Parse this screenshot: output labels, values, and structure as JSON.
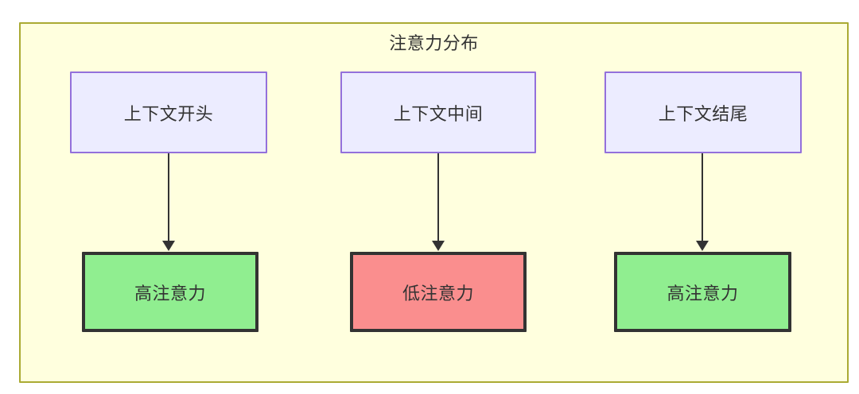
{
  "diagram": {
    "title": "注意力分布",
    "background_color": "#ffffff",
    "cluster": {
      "fill": "#ffffde",
      "stroke": "#aaaa33"
    },
    "top_nodes": [
      {
        "label": "上下文开头",
        "fill": "#ececff",
        "stroke": "#9370db"
      },
      {
        "label": "上下文中间",
        "fill": "#ececff",
        "stroke": "#9370db"
      },
      {
        "label": "上下文结尾",
        "fill": "#ececff",
        "stroke": "#9370db"
      }
    ],
    "bottom_nodes": [
      {
        "label": "高注意力",
        "fill": "#90ee90",
        "stroke": "#333333"
      },
      {
        "label": "低注意力",
        "fill": "#fa8e8e",
        "stroke": "#333333"
      },
      {
        "label": "高注意力",
        "fill": "#90ee90",
        "stroke": "#333333"
      }
    ],
    "edges": [
      {
        "from": "上下文开头",
        "to": "高注意力",
        "arrow": "arrow-down-icon"
      },
      {
        "from": "上下文中间",
        "to": "低注意力",
        "arrow": "arrow-down-icon"
      },
      {
        "from": "上下文结尾",
        "to": "高注意力",
        "arrow": "arrow-down-icon"
      }
    ]
  }
}
